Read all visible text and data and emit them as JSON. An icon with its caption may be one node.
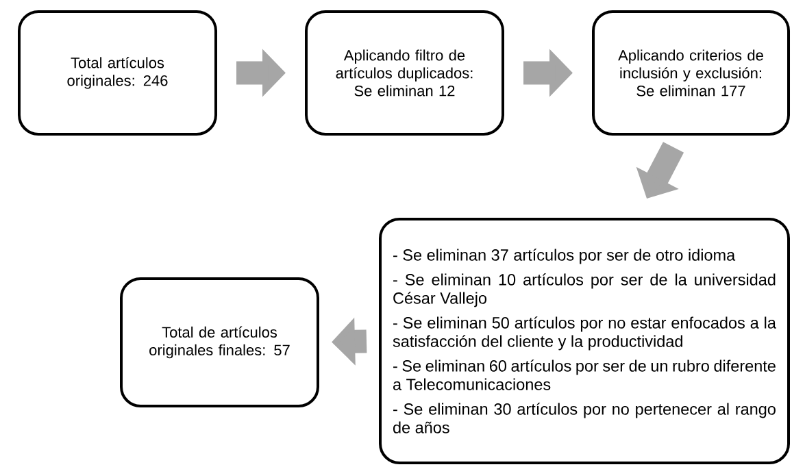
{
  "diagram": {
    "nodes": [
      {
        "text": [
          "Total artículos originales: 246"
        ]
      },
      {
        "text": [
          "Aplicando filtro de artículos duplicados: Se eliminan 12"
        ]
      },
      {
        "text": [
          "Aplicando criterios de inclusión y exclusión: Se eliminan 177"
        ]
      },
      {
        "text": [
          "- Se eliminan 37 artículos por ser de otro idioma",
          "- Se eliminan 10 artículos por ser de la universidad César Vallejo",
          "- Se eliminan 50 artículos por no estar enfocados a la satisfacción del cliente y la productividad",
          "- Se eliminan 60 artículos por ser de un rubro diferente a Telecomunicaciones",
          "- Se eliminan 30 artículos por no pertenecer al rango de años"
        ]
      },
      {
        "text": [
          "Total de artículos originales finales: 57"
        ]
      }
    ],
    "edges": [
      {
        "from": 0,
        "to": 1,
        "arrow": "to"
      },
      {
        "from": 1,
        "to": 2,
        "arrow": "to"
      },
      {
        "from": 2,
        "to": 3,
        "arrow": "to"
      },
      {
        "from": 3,
        "to": 4,
        "arrow": "to"
      }
    ]
  }
}
